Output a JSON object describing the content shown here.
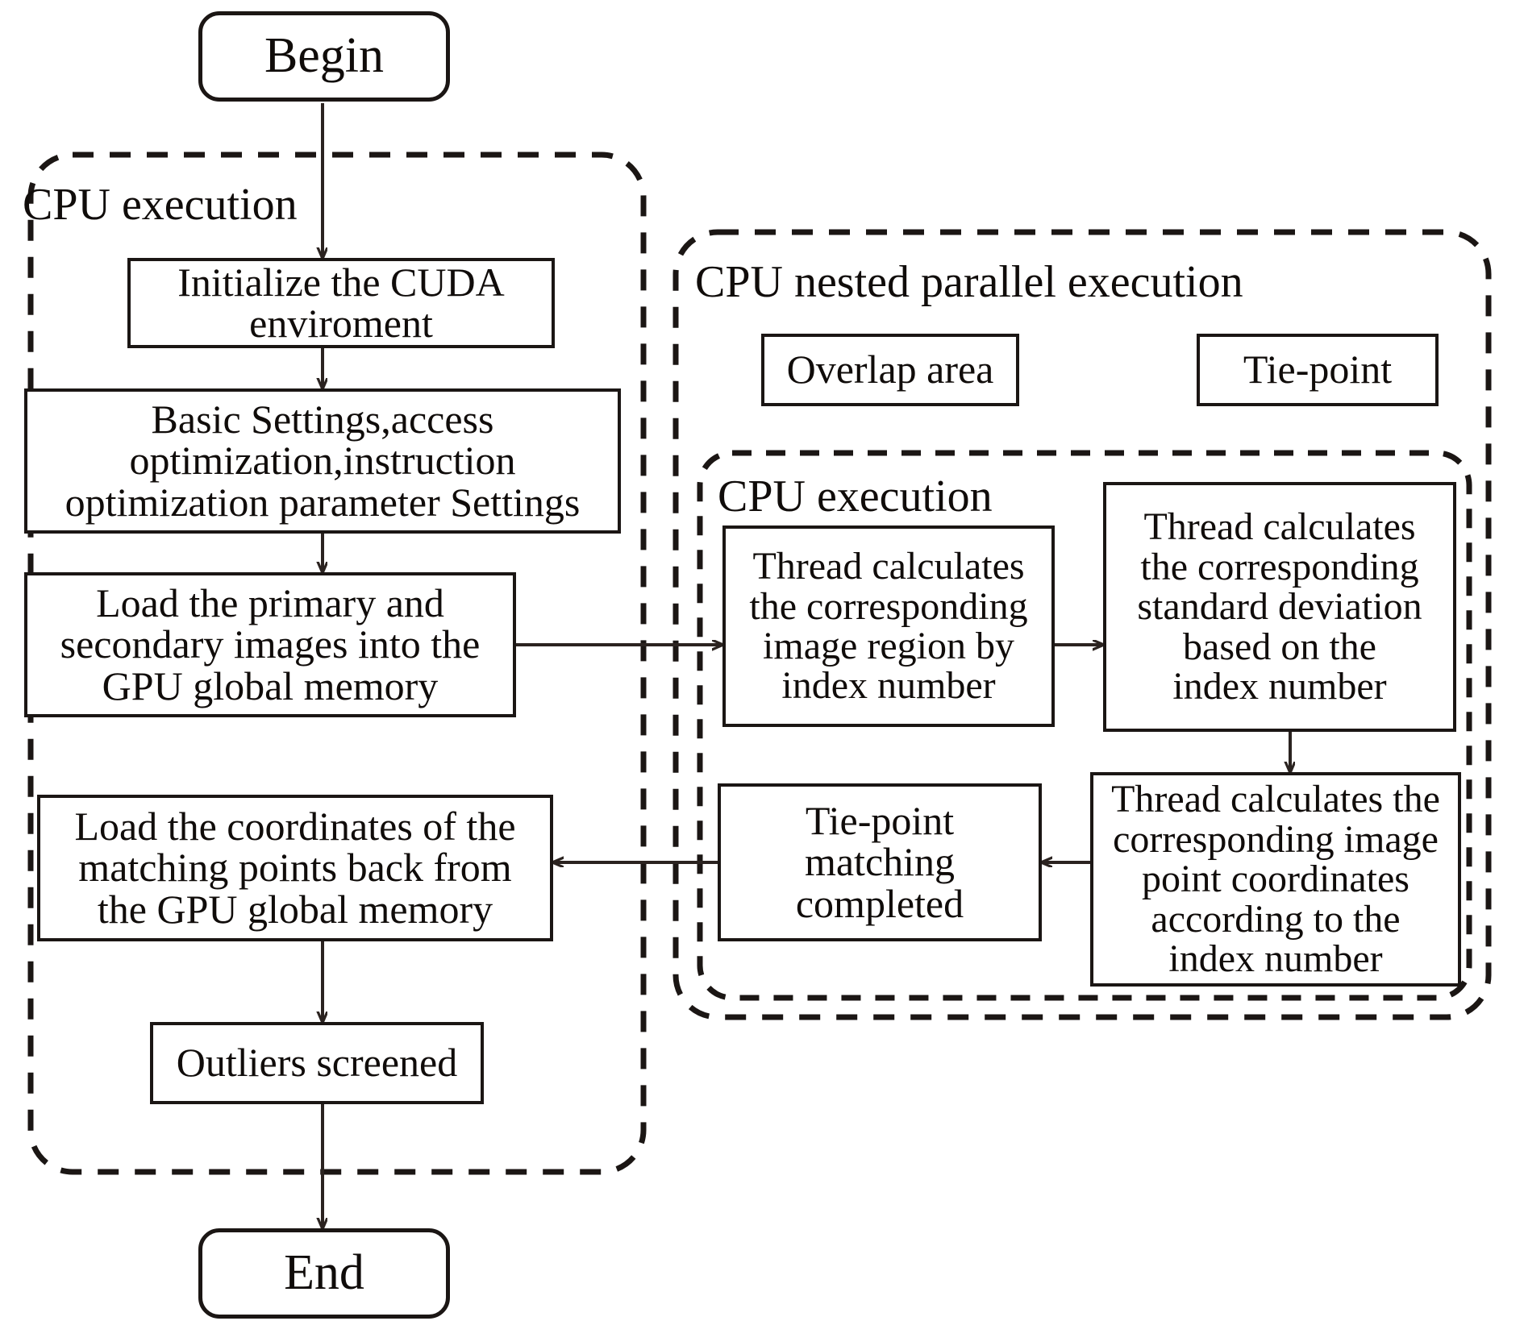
{
  "diagram": {
    "title": "GPU/CPU tie-point matching flowchart",
    "stroke_color": "#1b1614",
    "background": "#ffffff"
  },
  "groups": {
    "cpu_execution_left": {
      "label": "CPU execution"
    },
    "cpu_nested_parallel": {
      "label": "CPU nested parallel execution"
    },
    "cpu_execution_inner": {
      "label": "CPU execution"
    }
  },
  "nodes": {
    "begin": {
      "label": "Begin"
    },
    "init_cuda": {
      "label": "Initialize the CUDA\nenviroment"
    },
    "basic_settings": {
      "label": "Basic Settings,access\noptimization,instruction\noptimization parameter Settings"
    },
    "load_images": {
      "label": "Load the primary and\nsecondary images into the\nGPU global memory"
    },
    "load_coords_back": {
      "label": "Load the coordinates of the\nmatching points back from\nthe  GPU global memory"
    },
    "outliers_screened": {
      "label": "Outliers screened"
    },
    "end": {
      "label": "End"
    },
    "overlap_area": {
      "label": "Overlap area"
    },
    "tie_point": {
      "label": "Tie-point"
    },
    "thread_image_region": {
      "label": "Thread calculates\nthe corresponding\nimage region by\nindex number"
    },
    "thread_std_dev": {
      "label": "Thread calculates\nthe corresponding\nstandard deviation\nbased on the\nindex number"
    },
    "thread_point_coords": {
      "label": "Thread calculates the\ncorresponding image\npoint coordinates\naccording to the\nindex number"
    },
    "tie_point_matching_completed": {
      "label": "Tie-point\nmatching\ncompleted"
    }
  },
  "edges": [
    {
      "name": "begin-to-init",
      "from": "begin",
      "to": "init_cuda",
      "direction": "down"
    },
    {
      "name": "init-to-settings",
      "from": "init_cuda",
      "to": "basic_settings",
      "direction": "down"
    },
    {
      "name": "settings-to-load-images",
      "from": "basic_settings",
      "to": "load_images",
      "direction": "down"
    },
    {
      "name": "load-images-to-thread-region",
      "from": "load_images",
      "to": "thread_image_region",
      "direction": "right"
    },
    {
      "name": "thread-region-to-std-dev",
      "from": "thread_image_region",
      "to": "thread_std_dev",
      "direction": "right"
    },
    {
      "name": "std-dev-to-point-coords",
      "from": "thread_std_dev",
      "to": "thread_point_coords",
      "direction": "down"
    },
    {
      "name": "point-coords-to-matching-completed",
      "from": "thread_point_coords",
      "to": "tie_point_matching_completed",
      "direction": "left"
    },
    {
      "name": "matching-completed-to-load-coords",
      "from": "tie_point_matching_completed",
      "to": "load_coords_back",
      "direction": "left"
    },
    {
      "name": "load-coords-to-outliers",
      "from": "load_coords_back",
      "to": "outliers_screened",
      "direction": "down"
    },
    {
      "name": "outliers-to-end",
      "from": "outliers_screened",
      "to": "end",
      "direction": "down"
    }
  ]
}
